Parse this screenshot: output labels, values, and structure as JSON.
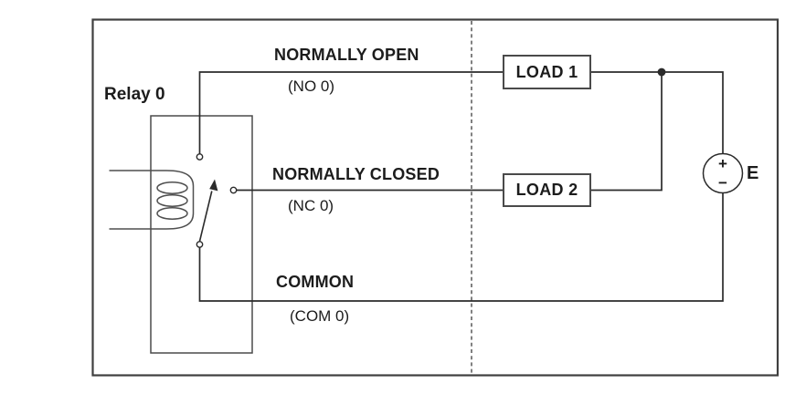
{
  "colors": {
    "line": "#2b2b2b",
    "coil": "#4f4f4f",
    "border": "#3f3f3f",
    "box_border": "#4a4a4a",
    "text": "#1c1c1c",
    "dash": "#3c3c3c",
    "background": "#ffffff"
  },
  "diagram": {
    "relay": {
      "label": "Relay 0"
    },
    "terminals": {
      "normally_open": {
        "label": "NORMALLY OPEN",
        "code": "(NO 0)"
      },
      "normally_closed": {
        "label": "NORMALLY CLOSED",
        "code": "(NC 0)"
      },
      "common": {
        "label": "COMMON",
        "code": "(COM 0)"
      }
    },
    "loads": [
      {
        "label": "LOAD 1"
      },
      {
        "label": "LOAD 2"
      }
    ],
    "voltage_source": {
      "label": "E",
      "positive": "+",
      "negative": "−"
    }
  }
}
